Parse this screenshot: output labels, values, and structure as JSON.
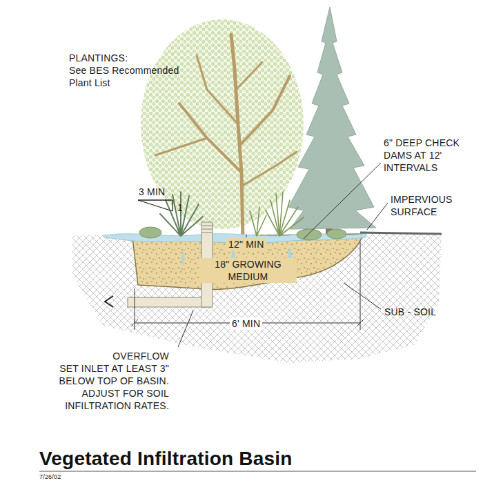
{
  "diagram": {
    "title": "Vegetated Infiltration Basin",
    "labels": [
      "PLANTINGS:",
      "See BES Recommended Plant List",
      "3 MIN",
      "1",
      "6\" DEEP CHECK DAMS AT 12' INTERVALS",
      "IMPERVIOUS SURFACE",
      "12\" MIN",
      "18\" GROWING MEDIUM",
      "SUB - SOIL",
      "6' MIN",
      "OVERFLOW",
      "SET INLET AT LEAST 3\" BELOW TOP OF BASIN. ADJUST FOR SOIL INFILTRATION RATES.",
      "7/26/02"
    ]
  }
}
